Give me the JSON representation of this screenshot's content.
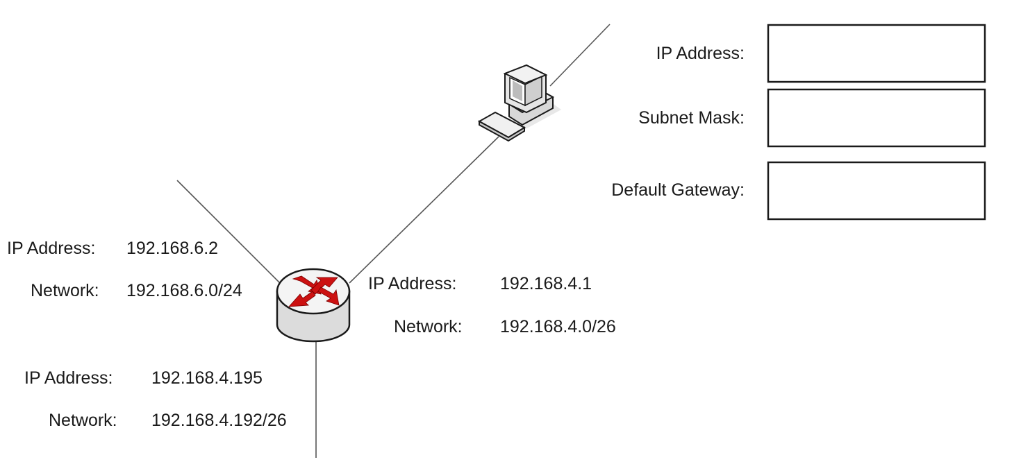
{
  "router": {
    "left_interface": {
      "ip_label": "IP Address:",
      "ip_value": "192.168.6.2",
      "net_label": "Network:",
      "net_value": "192.168.6.0/24"
    },
    "right_interface": {
      "ip_label": "IP Address:",
      "ip_value": "192.168.4.1",
      "net_label": "Network:",
      "net_value": "192.168.4.0/26"
    },
    "bottom_interface": {
      "ip_label": "IP Address:",
      "ip_value": "192.168.4.195",
      "net_label": "Network:",
      "net_value": "192.168.4.192/26"
    }
  },
  "host_config": {
    "ip_label": "IP Address:",
    "mask_label": "Subnet Mask:",
    "gateway_label": "Default Gateway:",
    "ip_value": "",
    "mask_value": "",
    "gateway_value": ""
  },
  "icons": {
    "router": "router-icon",
    "computer": "computer-icon"
  },
  "colors": {
    "router_arrows": "#cc1111",
    "router_body": "#e8e8e8",
    "lines": "#555555",
    "text": "#1a1a1a"
  }
}
